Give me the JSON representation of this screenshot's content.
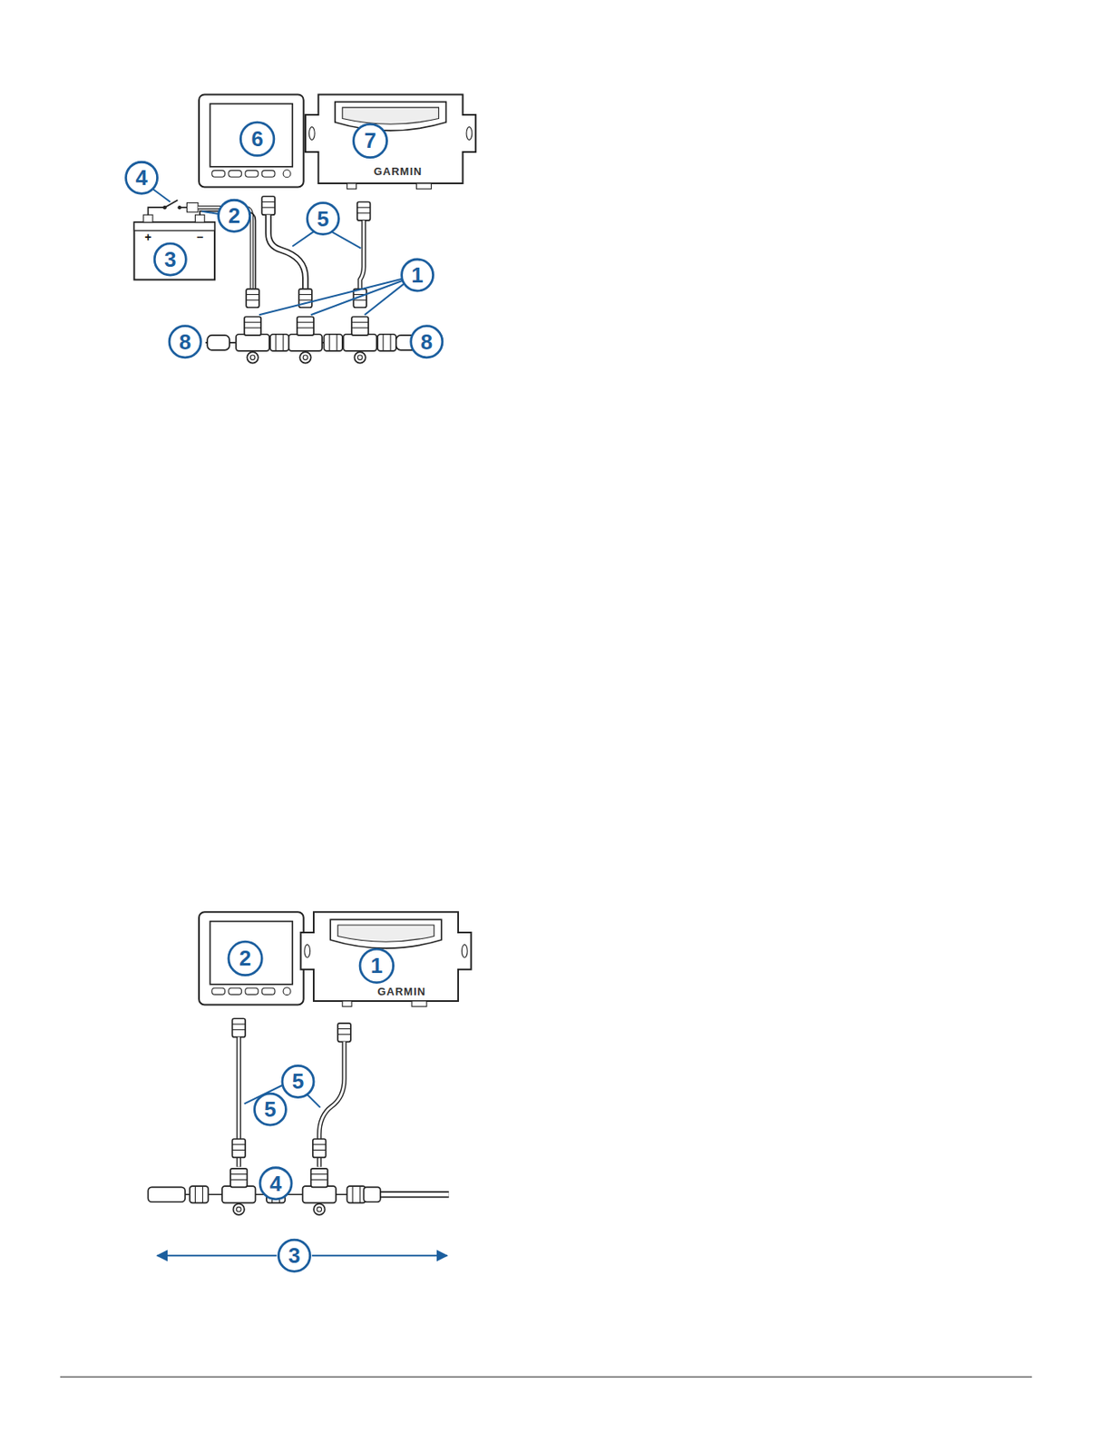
{
  "diagram": {
    "labels": [
      "6",
      "7",
      "GARMIN",
      "4",
      "2",
      "5",
      "+",
      "−",
      "3",
      "1",
      "8",
      "8",
      "2",
      "1",
      "GARMIN",
      "5",
      "5",
      "4",
      "3"
    ]
  }
}
